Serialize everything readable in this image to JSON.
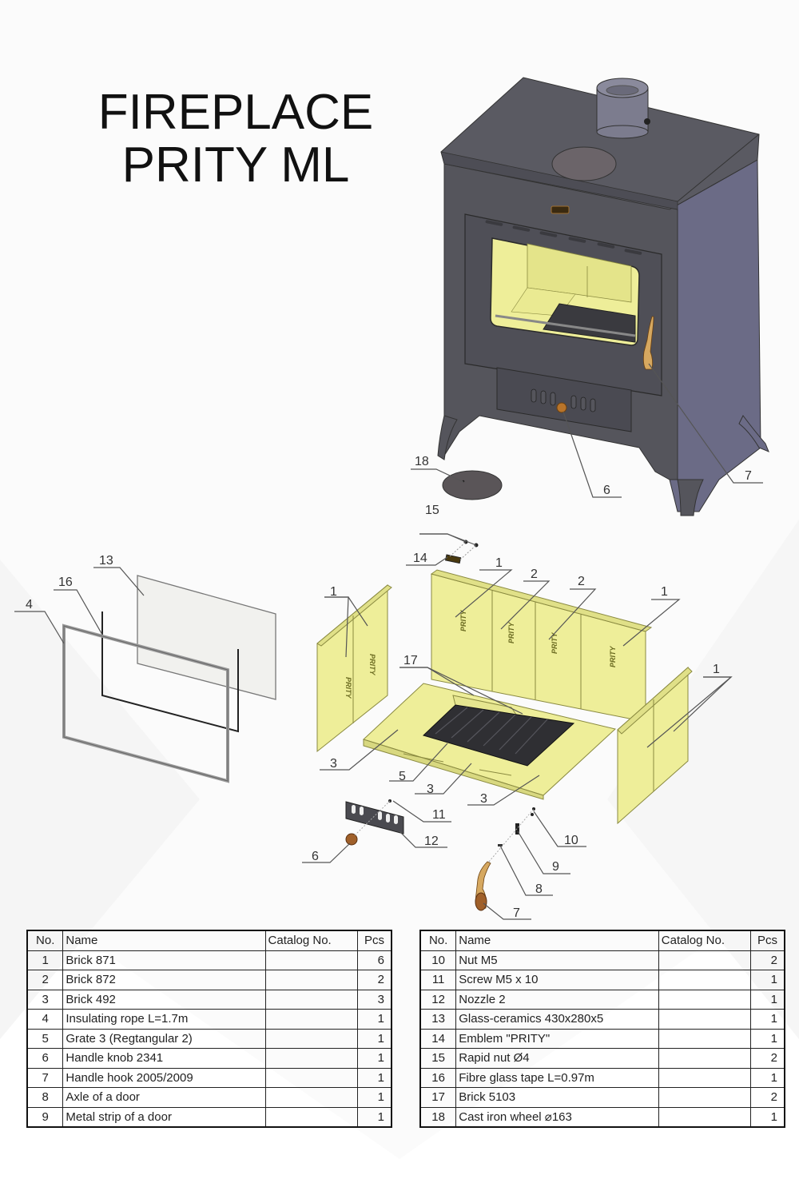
{
  "title": {
    "line1": "FIREPLACE",
    "line2": "PRITY ML"
  },
  "colors": {
    "stove_body": "#55555c",
    "stove_side": "#6b6b86",
    "brick": "#eeee99",
    "brick_edge": "#8a8a40",
    "grate": "#2f2f33",
    "brass": "#b8742a",
    "glass": "#f1f1ee",
    "leader_line": "#555555"
  },
  "callouts": {
    "c18": "18",
    "c6a": "6",
    "c7a": "7",
    "c15": "15",
    "c14": "14",
    "c13": "13",
    "c16": "16",
    "c4": "4",
    "c1a": "1",
    "c1b": "1",
    "c2a": "2",
    "c2b": "2",
    "c1c": "1",
    "c1d": "1",
    "c17": "17",
    "c3a": "3",
    "c5": "5",
    "c3b": "3",
    "c3c": "3",
    "c11": "11",
    "c12": "12",
    "c6b": "6",
    "c10": "10",
    "c9": "9",
    "c8": "8",
    "c7b": "7"
  },
  "brick_emblem": "PRITY",
  "table_headers": {
    "no": "No.",
    "name": "Name",
    "catalog": "Catalog No.",
    "pcs": "Pcs"
  },
  "parts_left": [
    {
      "no": "1",
      "name": "Brick 871",
      "catalog": "",
      "pcs": "6"
    },
    {
      "no": "2",
      "name": "Brick 872",
      "catalog": "",
      "pcs": "2"
    },
    {
      "no": "3",
      "name": "Brick 492",
      "catalog": "",
      "pcs": "3"
    },
    {
      "no": "4",
      "name": "Insulating rope L=1.7m",
      "catalog": "",
      "pcs": "1"
    },
    {
      "no": "5",
      "name": "Grate 3 (Regtangular 2)",
      "catalog": "",
      "pcs": "1"
    },
    {
      "no": "6",
      "name": "Handle knob 2341",
      "catalog": "",
      "pcs": "1"
    },
    {
      "no": "7",
      "name": "Handle hook 2005/2009",
      "catalog": "",
      "pcs": "1"
    },
    {
      "no": "8",
      "name": "Axle of a door",
      "catalog": "",
      "pcs": "1"
    },
    {
      "no": "9",
      "name": "Metal strip of a door",
      "catalog": "",
      "pcs": "1"
    }
  ],
  "parts_right": [
    {
      "no": "10",
      "name": "Nut M5",
      "catalog": "",
      "pcs": "2"
    },
    {
      "no": "11",
      "name": "Screw  M5 x 10",
      "catalog": "",
      "pcs": "1"
    },
    {
      "no": "12",
      "name": "Nozzle 2",
      "catalog": "",
      "pcs": "1"
    },
    {
      "no": "13",
      "name": "Glass-ceramics 430x280x5",
      "catalog": "",
      "pcs": "1"
    },
    {
      "no": "14",
      "name": "Emblem \"PRITY\"",
      "catalog": "",
      "pcs": "1"
    },
    {
      "no": "15",
      "name": "Rapid nut Ø4",
      "catalog": "",
      "pcs": "2"
    },
    {
      "no": "16",
      "name": "Fibre glass tape L=0.97m",
      "catalog": "",
      "pcs": "1"
    },
    {
      "no": "17",
      "name": "Brick 5103",
      "catalog": "",
      "pcs": "2"
    },
    {
      "no": "18",
      "name": "Cast iron wheel ⌀163",
      "catalog": "",
      "pcs": "1"
    }
  ]
}
